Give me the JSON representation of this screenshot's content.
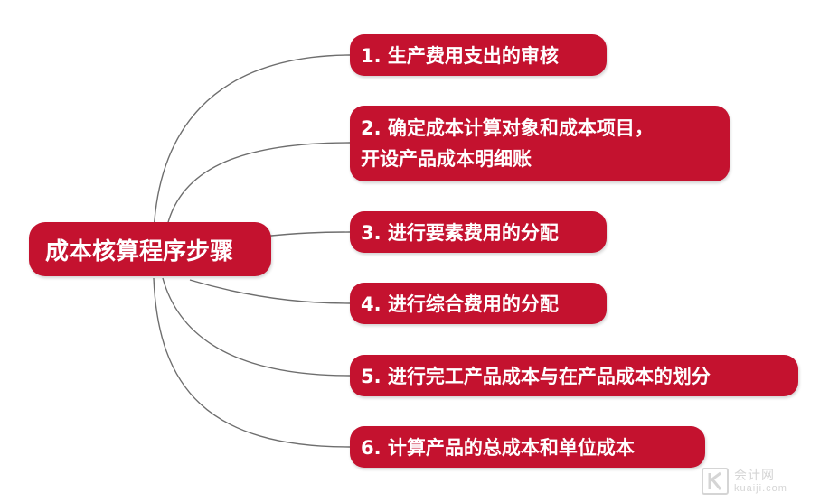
{
  "root": {
    "label": "成本核算程序步骤"
  },
  "branches": [
    {
      "lines": [
        "1. 生产费用支出的审核"
      ]
    },
    {
      "lines": [
        "2. 确定成本计算对象和成本项目，",
        "开设产品成本明细账"
      ]
    },
    {
      "lines": [
        "3. 进行要素费用的分配"
      ]
    },
    {
      "lines": [
        "4. 进行综合费用的分配"
      ]
    },
    {
      "lines": [
        "5. 进行完工产品成本与在产品成本的划分"
      ]
    },
    {
      "lines": [
        "6. 计算产品的总成本和单位成本"
      ]
    }
  ],
  "watermark": {
    "cn": "会计网",
    "en": "kuaiji.com",
    "logo_icon": "k-logo-icon"
  },
  "colors": {
    "node_fill": "#c4122f",
    "node_text": "#ffffff",
    "connector": "#6e6e6e",
    "watermark": "#d5d5d5"
  }
}
